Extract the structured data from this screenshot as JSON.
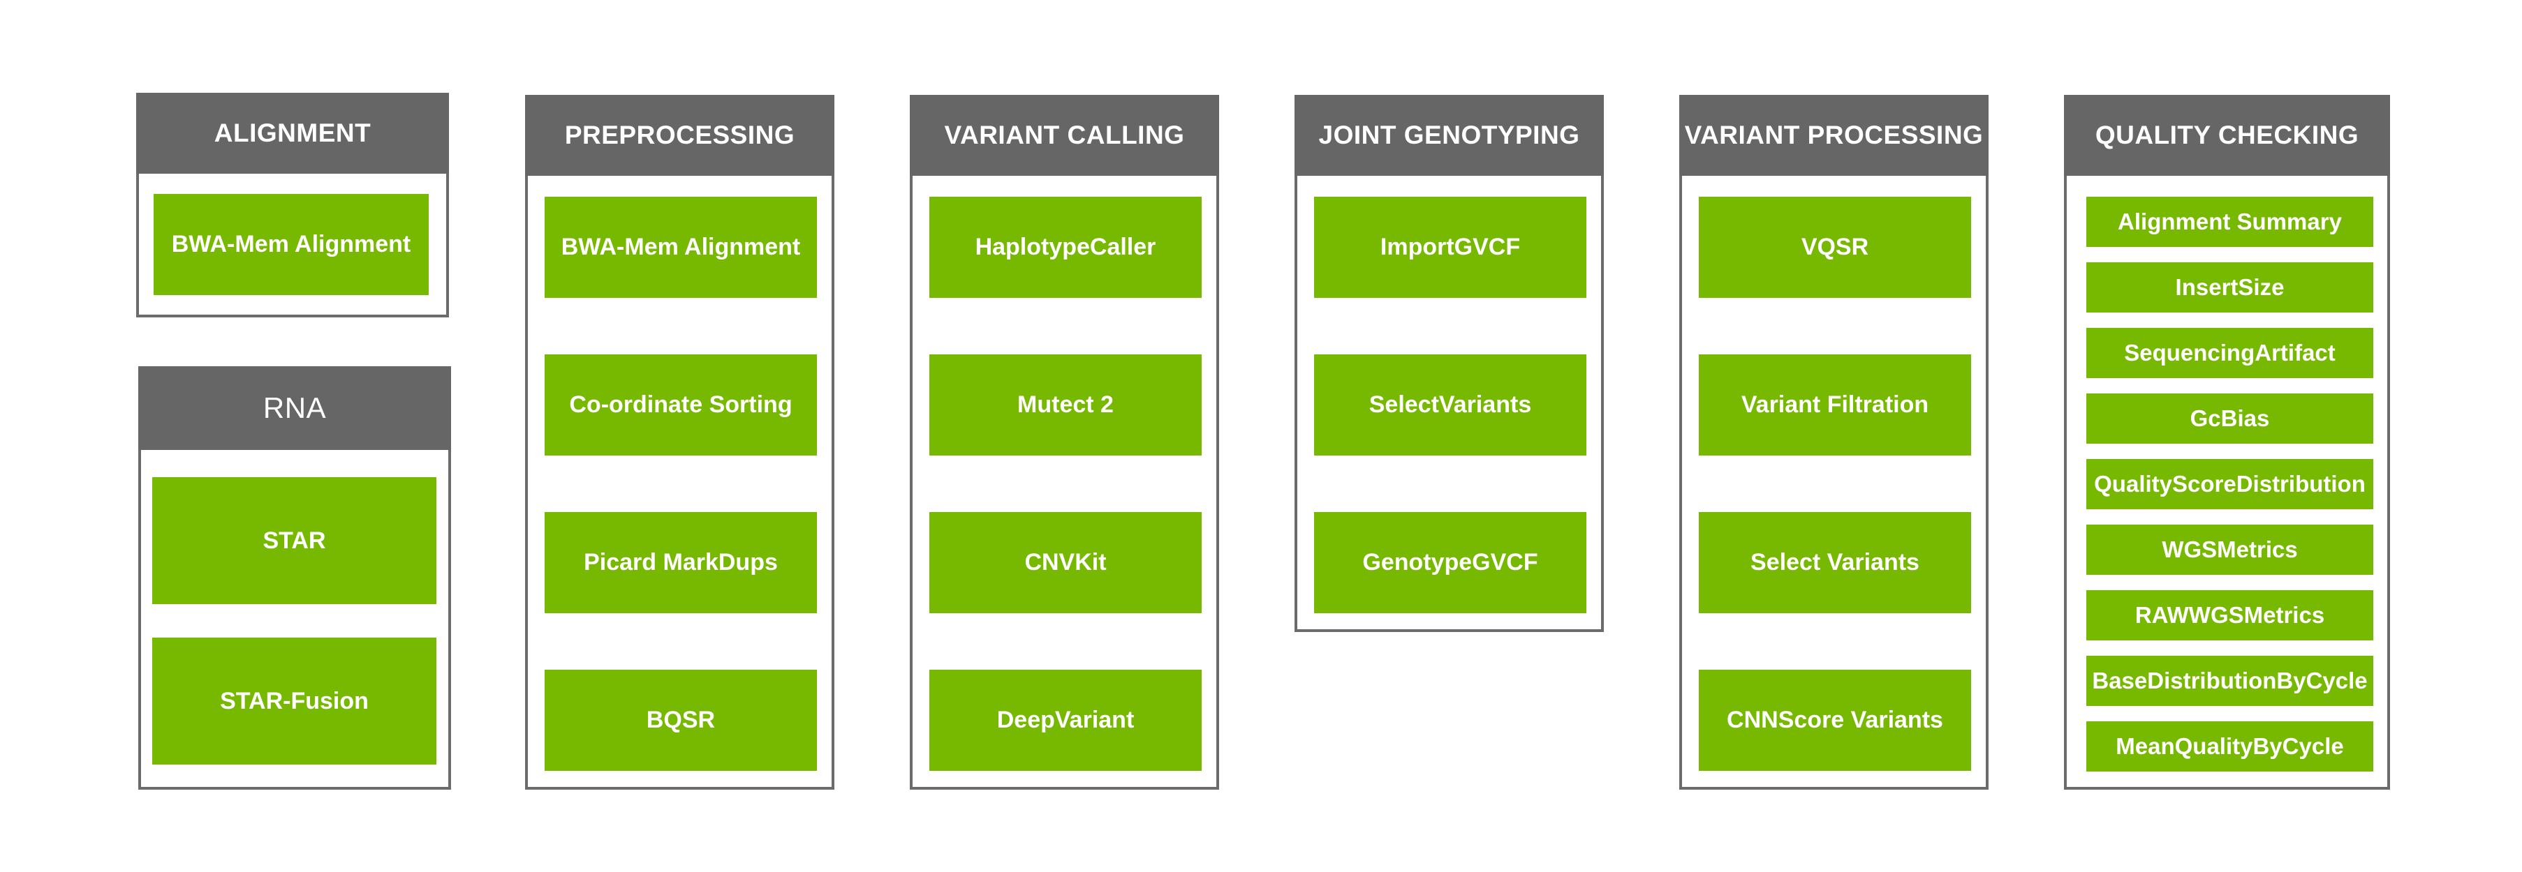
{
  "panels": {
    "alignment": {
      "title": "ALIGNMENT",
      "items": [
        "BWA-Mem Alignment"
      ]
    },
    "rna": {
      "title": "RNA",
      "items": [
        "STAR",
        "STAR-Fusion"
      ]
    },
    "preprocessing": {
      "title": "PREPROCESSING",
      "items": [
        "BWA-Mem Alignment",
        "Co-ordinate Sorting",
        "Picard MarkDups",
        "BQSR"
      ]
    },
    "variant_calling": {
      "title": "VARIANT CALLING",
      "items": [
        "HaplotypeCaller",
        "Mutect 2",
        "CNVKit",
        "DeepVariant"
      ]
    },
    "joint_genotyping": {
      "title": "JOINT GENOTYPING",
      "items": [
        "ImportGVCF",
        "SelectVariants",
        "GenotypeGVCF"
      ]
    },
    "variant_processing": {
      "title": "VARIANT PROCESSING",
      "items": [
        "VQSR",
        "Variant Filtration",
        "Select Variants",
        "CNNScore Variants"
      ]
    },
    "quality_checking": {
      "title": "QUALITY CHECKING",
      "items": [
        "Alignment Summary",
        "InsertSize",
        "SequencingArtifact",
        "GcBias",
        "QualityScoreDistribution",
        "WGSMetrics",
        "RAWWGSMetrics",
        "BaseDistributionByCycle",
        "MeanQualityByCycle"
      ]
    }
  },
  "colors": {
    "header": "#666666",
    "border": "#6b6b6b",
    "box": "#76b900",
    "text": "#ffffff"
  }
}
